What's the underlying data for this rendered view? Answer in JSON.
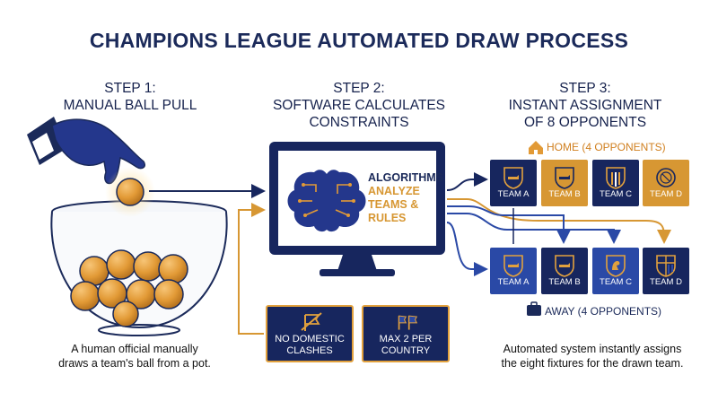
{
  "title": "CHAMPIONS LEAGUE AUTOMATED DRAW PROCESS",
  "steps": [
    {
      "heading": "STEP 1:",
      "line2": "MANUAL BALL PULL",
      "line3": ""
    },
    {
      "heading": "STEP 2:",
      "line2": "SOFTWARE CALCULATES",
      "line3": "CONSTRAINTS"
    },
    {
      "heading": "STEP 3:",
      "line2": "INSTANT ASSIGNMENT",
      "line3": "OF 8 OPPONENTS"
    }
  ],
  "monitor": {
    "line1": "ALGORITHMS",
    "line2": "ANALYZE",
    "line3": "TEAMS &",
    "line4": "RULES"
  },
  "rules": [
    {
      "line1": "NO DOMESTIC",
      "line2": "CLASHES",
      "icon": "crossed-flag-icon"
    },
    {
      "line1": "MAX 2 PER",
      "line2": "COUNTRY",
      "icon": "two-flags-icon"
    }
  ],
  "home_label": "HOME (4 OPPONENTS)",
  "away_label": "AWAY (4 OPPONENTS)",
  "home_teams": [
    {
      "name": "TEAM A",
      "color": "#17265e"
    },
    {
      "name": "TEAM B",
      "color": "#d79733"
    },
    {
      "name": "TEAM C",
      "color": "#17265e"
    },
    {
      "name": "TEAM D",
      "color": "#d79733"
    }
  ],
  "away_teams": [
    {
      "name": "TEAM A",
      "color": "#2a49a6"
    },
    {
      "name": "TEAM B",
      "color": "#17265e"
    },
    {
      "name": "TEAM C",
      "color": "#2a49a6"
    },
    {
      "name": "TEAM D",
      "color": "#17265e"
    }
  ],
  "captions": {
    "left_line1": "A human official manually",
    "left_line2": "draws a team's ball from a pot.",
    "right_line1": "Automated system instantly assigns",
    "right_line2": "the eight fixtures for the drawn team."
  },
  "colors": {
    "navy": "#17265e",
    "gold": "#d79733",
    "blue": "#2a49a6",
    "accent_orange": "#e2a13d"
  }
}
